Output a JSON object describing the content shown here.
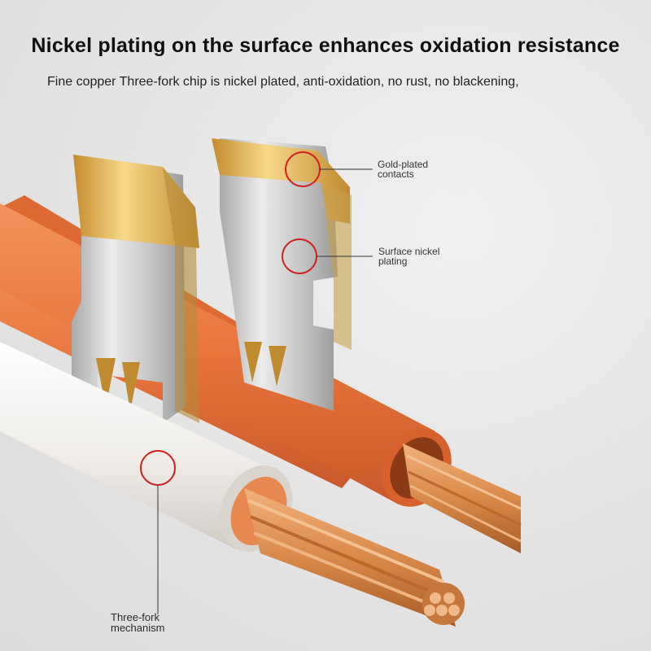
{
  "headline": "Nickel plating on the surface enhances oxidation resistance",
  "subline": "Fine copper Three-fork chip is nickel plated, anti-oxidation, no rust, no blackening,",
  "callouts": {
    "gold": {
      "line1": "Gold-plated",
      "line2": "contacts"
    },
    "nickel": {
      "line1": "Surface nickel",
      "line2": "plating"
    },
    "fork": {
      "line1": "Three-fork",
      "line2": "mechanism"
    }
  },
  "colors": {
    "background": "#e6e6e6",
    "orange_wire": "#e8743c",
    "white_wire": "#f5f3f0",
    "copper": "#d98a4a",
    "gold": "#e2b04a",
    "nickel": "#cfcfcf",
    "highlight_circle": "#d21d1d"
  }
}
